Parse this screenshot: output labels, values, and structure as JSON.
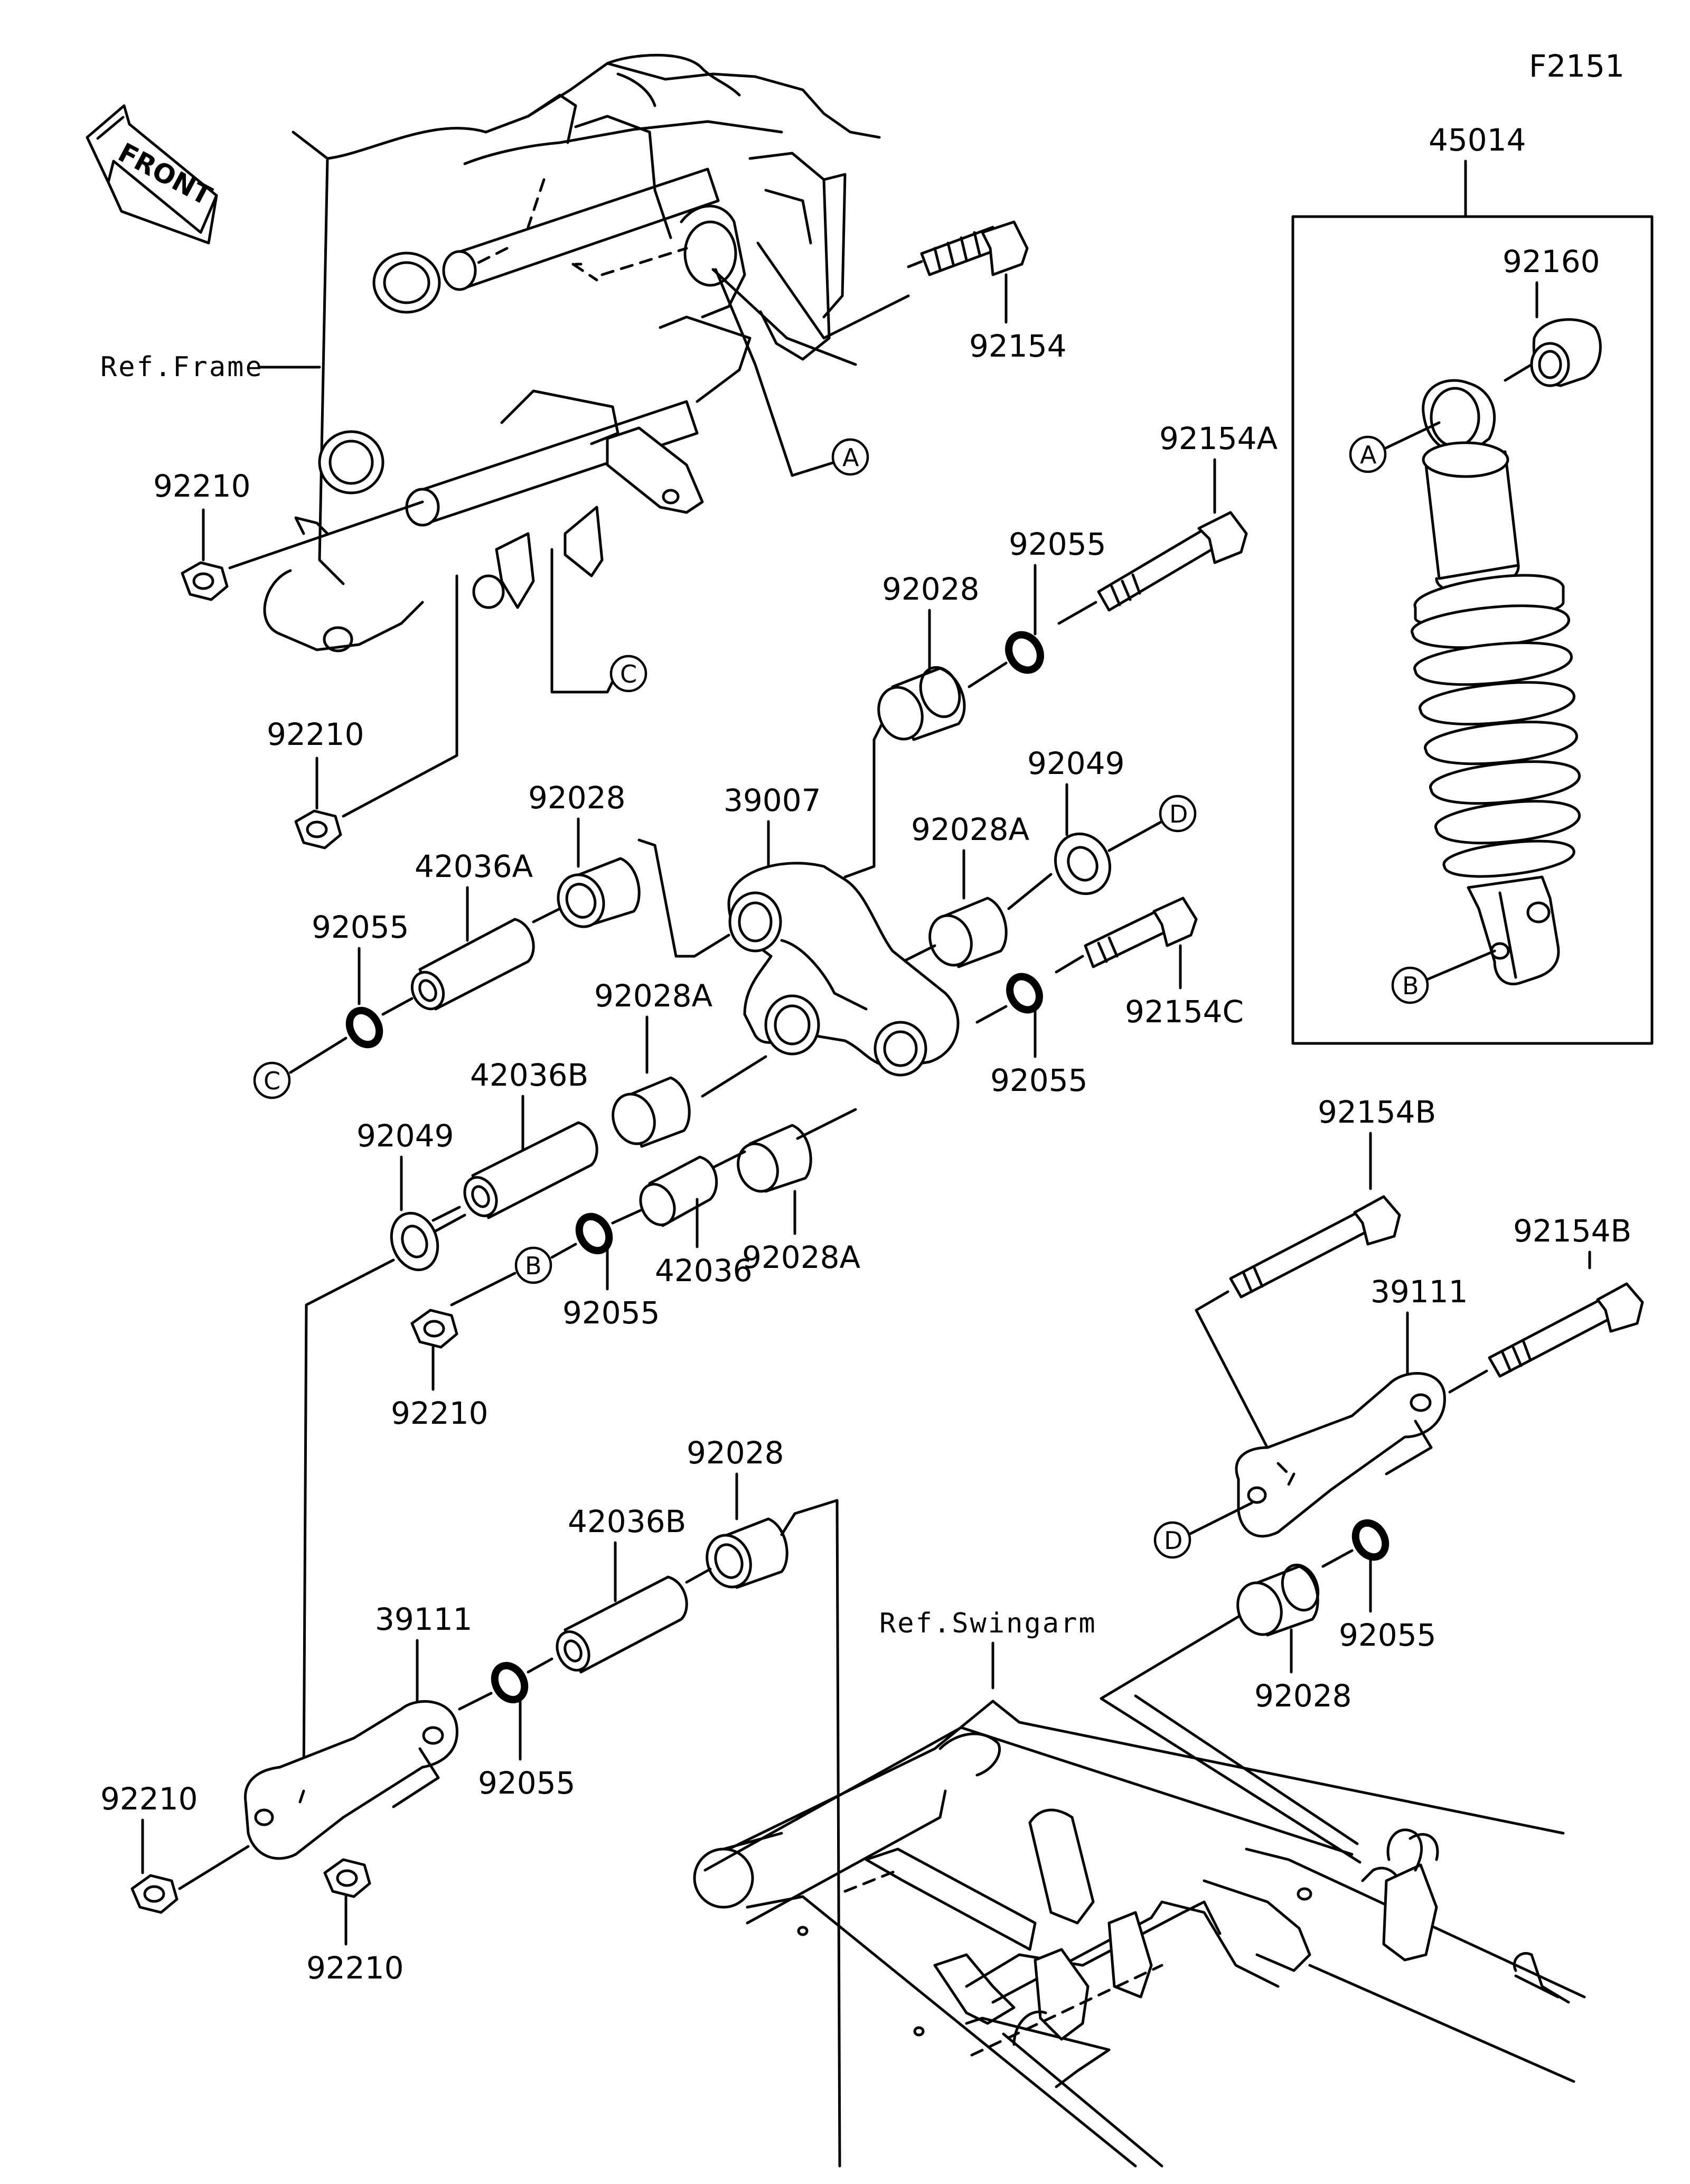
{
  "figure_code": "F2151",
  "front_arrow": {
    "text": "FRONT",
    "icon": "front-arrow-icon"
  },
  "references": {
    "frame": "Ref.Frame",
    "swingarm": "Ref.Swingarm"
  },
  "callouts": {
    "a": "A",
    "b": "B",
    "c": "C",
    "d": "D"
  },
  "parts": {
    "p45014": "45014",
    "p92160": "92160",
    "p92154": "92154",
    "p92154A": "92154A",
    "p92154B_1": "92154B",
    "p92154B_2": "92154B",
    "p92154C": "92154C",
    "p92055_1": "92055",
    "p92055_2": "92055",
    "p92055_3": "92055",
    "p92055_4": "92055",
    "p92055_5": "92055",
    "p92055_6": "92055",
    "p92028_1": "92028",
    "p92028_2": "92028",
    "p92028_3": "92028",
    "p92028_4": "92028",
    "p92028A_1": "92028A",
    "p92028A_2": "92028A",
    "p92028A_3": "92028A",
    "p92049_1": "92049",
    "p92049_2": "92049",
    "p39007": "39007",
    "p39111_1": "39111",
    "p39111_2": "39111",
    "p42036": "42036",
    "p42036A": "42036A",
    "p42036B_1": "42036B",
    "p42036B_2": "42036B",
    "p92210_1": "92210",
    "p92210_2": "92210",
    "p92210_3": "92210",
    "p92210_4": "92210",
    "p92210_5": "92210"
  }
}
